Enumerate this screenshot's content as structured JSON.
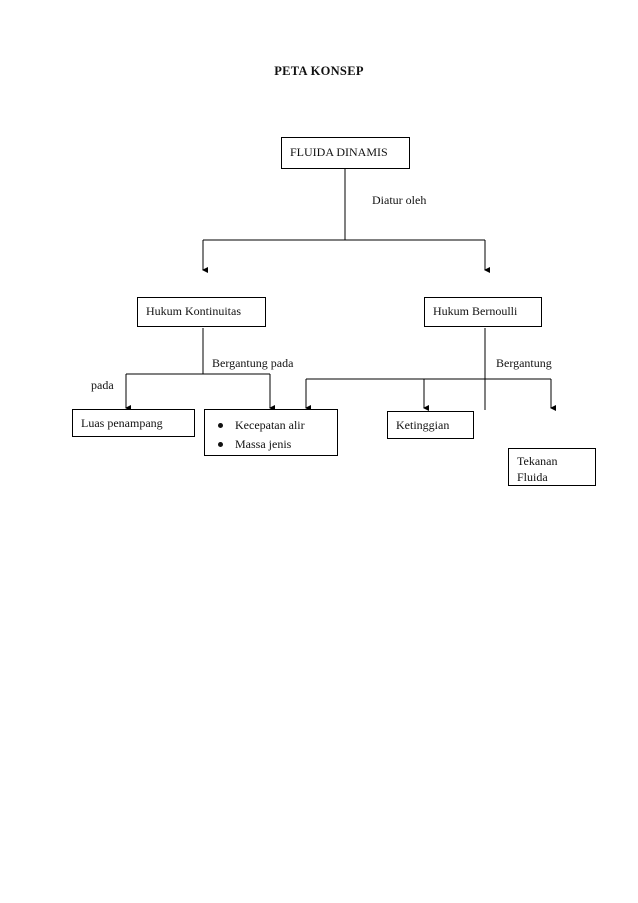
{
  "title": "PETA KONSEP",
  "nodes": {
    "root": "FLUIDA DINAMIS",
    "continuity": "Hukum Kontinuitas",
    "bernoulli": "Hukum Bernoulli",
    "area": "Luas penampang",
    "speed_density": [
      "Kecepatan alir",
      "Massa jenis"
    ],
    "height": "Ketinggian",
    "pressure": "Tekanan Fluida"
  },
  "edge_labels": {
    "regulated_by": "Diatur oleh",
    "depends_on_left": "Bergantung pada",
    "pada": "pada",
    "depends_on_right": "Bergantung"
  }
}
